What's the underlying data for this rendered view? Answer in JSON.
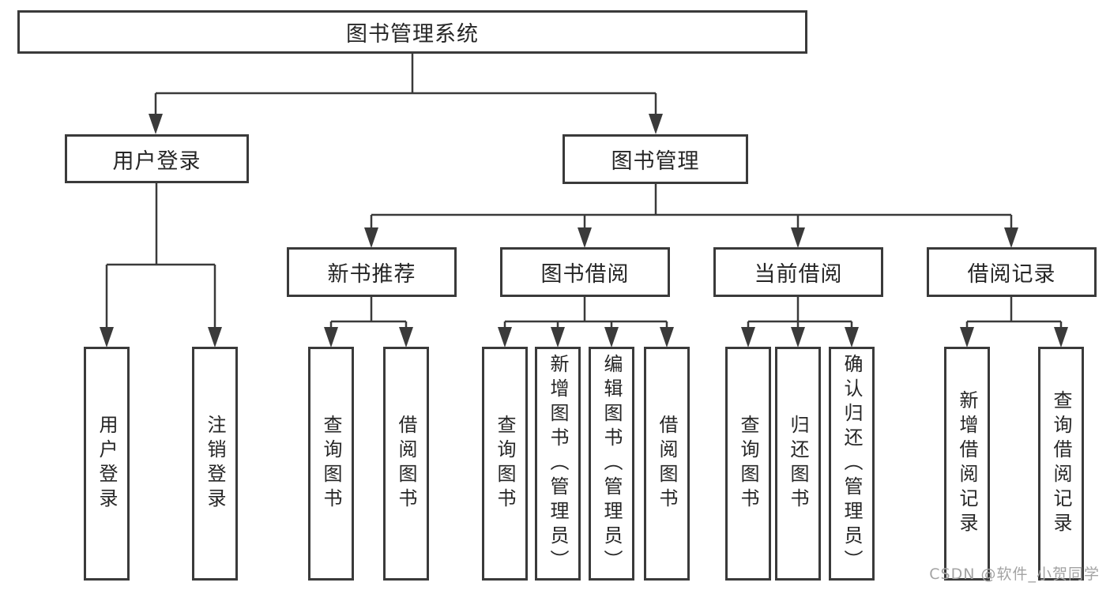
{
  "diagram": {
    "type": "tree",
    "nodes": {
      "root": "图书管理系统",
      "user_login": "用户登录",
      "book_management": "图书管理",
      "new_book_recommendation": "新书推荐",
      "book_borrowing": "图书借阅",
      "current_borrowing": "当前借阅",
      "borrowing_records": "借阅记录"
    },
    "leaves": [
      {
        "id": "user-login",
        "parent": "user_login",
        "label": "用户登录"
      },
      {
        "id": "logout",
        "parent": "user_login",
        "label": "注销登录"
      },
      {
        "id": "query-book-recommend",
        "parent": "new_book_recommendation",
        "label": "查询图书"
      },
      {
        "id": "borrow-book-recommend",
        "parent": "new_book_recommendation",
        "label": "借阅图书"
      },
      {
        "id": "query-book-borrowing",
        "parent": "book_borrowing",
        "label": "查询图书"
      },
      {
        "id": "add-book-admin",
        "parent": "book_borrowing",
        "label": "新增图书（管理员）"
      },
      {
        "id": "edit-book-admin",
        "parent": "book_borrowing",
        "label": "编辑图书（管理员）"
      },
      {
        "id": "borrow-book-borrowing",
        "parent": "book_borrowing",
        "label": "借阅图书"
      },
      {
        "id": "query-book-current",
        "parent": "current_borrowing",
        "label": "查询图书"
      },
      {
        "id": "return-book",
        "parent": "current_borrowing",
        "label": "归还图书"
      },
      {
        "id": "confirm-return-admin",
        "parent": "current_borrowing",
        "label": "确认归还（管理员）"
      },
      {
        "id": "add-borrow-record",
        "parent": "borrowing_records",
        "label": "新增借阅记录"
      },
      {
        "id": "query-borrow-record",
        "parent": "borrowing_records",
        "label": "查询借阅记录"
      }
    ],
    "edges": [
      [
        "root",
        "user_login"
      ],
      [
        "root",
        "book_management"
      ],
      [
        "book_management",
        "new_book_recommendation"
      ],
      [
        "book_management",
        "book_borrowing"
      ],
      [
        "book_management",
        "current_borrowing"
      ],
      [
        "book_management",
        "borrowing_records"
      ]
    ]
  },
  "colors": {
    "line": "#3a3a3a",
    "border": "#3a3a3a",
    "text": "#262626",
    "background": "#ffffff",
    "watermark": "#a3a3a3"
  },
  "watermark": {
    "text": "CSDN @软件_小贺同学"
  }
}
